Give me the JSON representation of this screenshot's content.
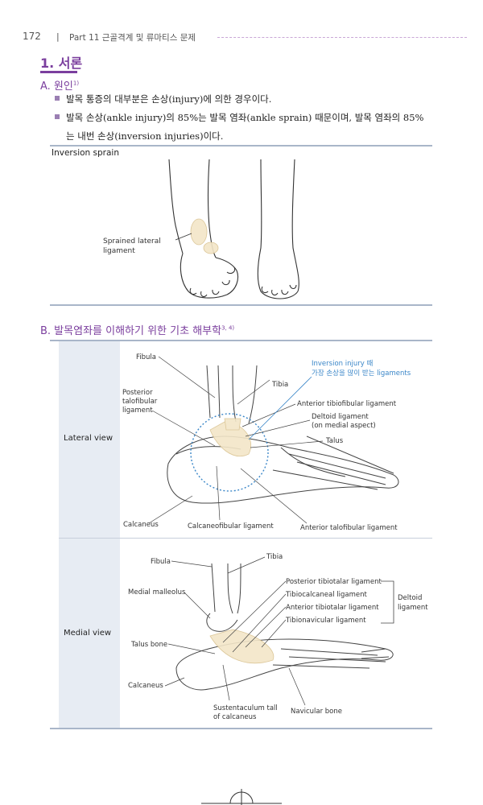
{
  "header": {
    "page_number": "172",
    "separator": "|",
    "part_title": "Part 11 근골격계 및 류마티스 문제"
  },
  "section": {
    "title": "1. 서론"
  },
  "subsection_a": {
    "title": "A. 원인",
    "footnote": "1)",
    "bullets": [
      "발목 통증의 대부분은 손상(injury)에 의한 경우이다.",
      "발목 손상(ankle injury)의 85%는 발목 염좌(ankle sprain) 때문이며, 발목 염좌의 85%",
      "는 내번 손상(inversion injuries)이다."
    ]
  },
  "figure1": {
    "label": "Inversion sprain",
    "callout": [
      "Sprained lateral",
      "ligament"
    ]
  },
  "subsection_b": {
    "title": "B. 발목염좌를 이해하기 위한 기초 해부학",
    "footnote": "3, 4)"
  },
  "lateral": {
    "view_label": "Lateral view",
    "labels": {
      "fibula": "Fibula",
      "tibia": "Tibia",
      "posterior_talofibular": [
        "Posterior",
        "talofibular",
        "ligament"
      ],
      "inversion_note": [
        "Inversion injury 때",
        "가장 손상을 많이 받는 ligaments"
      ],
      "anterior_tibiofibular": "Anterior tibiofibular ligament",
      "deltoid": [
        "Deltoid ligament",
        "(on medial aspect)"
      ],
      "talus": "Talus",
      "calcaneus": "Calcaneus",
      "calcaneofibular": "Calcaneofibular ligament",
      "anterior_talofibular": "Anterior talofibular ligament"
    }
  },
  "medial": {
    "view_label": "Medial view",
    "labels": {
      "fibula": "Fibula",
      "tibia": "Tibia",
      "medial_malleolus": "Medial malleolus",
      "posterior_tibiotalar": "Posterior tibiotalar ligament",
      "tibiocalcaneal": "Tibiocalcaneal ligament",
      "anterior_tibiotalar": "Anterior tibiotalar ligament",
      "tibionavicular": "Tibionavicular ligament",
      "deltoid": [
        "Deltoid",
        "ligament"
      ],
      "talus_bone": "Talus bone",
      "calcaneus": "Calcaneus",
      "sustentaculum": [
        "Sustentaculum tall",
        "of calcaneus"
      ],
      "navicular": "Navicular bone"
    }
  },
  "colors": {
    "accent_purple": "#7b3f9e",
    "note_blue": "#3a86c8",
    "panel": "#e7ecf3",
    "rule": "#a9b6c9"
  }
}
